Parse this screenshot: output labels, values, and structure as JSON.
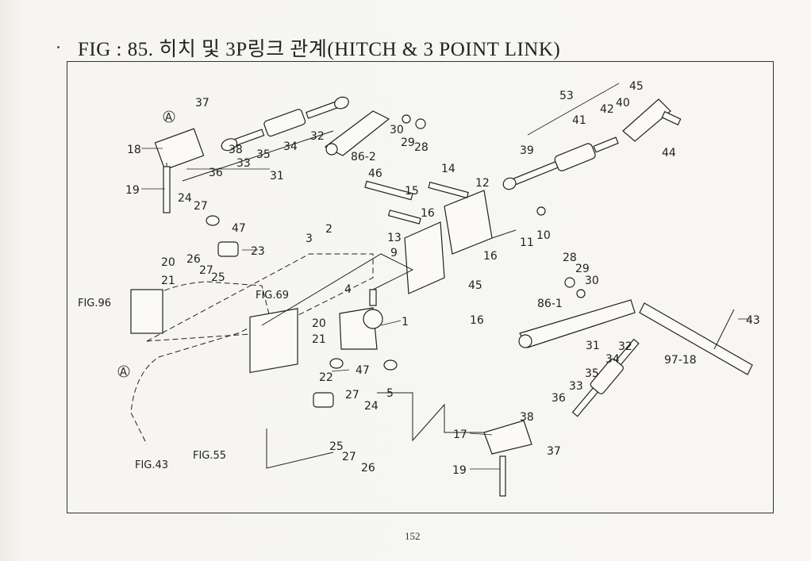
{
  "header": {
    "title": "FIG : 85. 히치 및 3P링크 관계(HITCH & 3 POINT LINK)"
  },
  "footer": {
    "page_number": "152"
  },
  "callouts": {
    "c37a": "37",
    "c38a": "38",
    "c36a": "36",
    "c33a": "33",
    "c35a": "35",
    "c34a": "34",
    "c32a": "32",
    "c31a": "31",
    "c18": "18",
    "c19a": "19",
    "c86_2": "86-2",
    "c30a": "30",
    "c29a": "29",
    "c28a": "28",
    "c46": "46",
    "c14": "14",
    "c15": "15",
    "c12": "12",
    "c16a": "16",
    "c13": "13",
    "c9": "9",
    "c11": "11",
    "c10": "10",
    "c16b": "16",
    "c45a": "45",
    "c16c": "16",
    "c53": "53",
    "c45b": "45",
    "c42": "42",
    "c40": "40",
    "c41": "41",
    "c39": "39",
    "c44": "44",
    "c24a": "24",
    "c27a": "27",
    "c47a": "47",
    "c26a": "26",
    "c23": "23",
    "c27b": "27",
    "c25a": "25",
    "c20a": "20",
    "c21a": "21",
    "c3": "3",
    "c2": "2",
    "c4": "4",
    "c1": "1",
    "c20b": "20",
    "c21b": "21",
    "c22": "22",
    "c47b": "47",
    "c5": "5",
    "c27c": "27",
    "c24b": "24",
    "c25b": "25",
    "c27d": "27",
    "c26b": "26",
    "c28b": "28",
    "c29b": "29",
    "c30b": "30",
    "c86_1": "86-1",
    "c43": "43",
    "c97_18": "97-18",
    "c31b": "31",
    "c32b": "32",
    "c34b": "34",
    "c35b": "35",
    "c33b": "33",
    "c36b": "36",
    "c38b": "38",
    "c17": "17",
    "c37b": "37",
    "c19b": "19"
  },
  "references": {
    "fig96": "FIG.96",
    "fig69": "FIG.69",
    "fig43": "FIG.43",
    "fig55": "FIG.55",
    "marker_a_top": "A",
    "marker_a_bottom": "A"
  }
}
